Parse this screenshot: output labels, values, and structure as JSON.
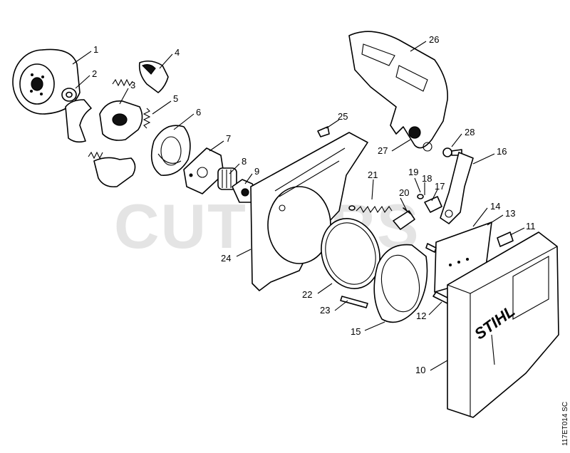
{
  "watermark": "CUTLERS",
  "drawing_code": "117ET014 SC",
  "brand_mark": "STIHL",
  "callouts": [
    {
      "id": "c1",
      "label": "1"
    },
    {
      "id": "c2",
      "label": "2"
    },
    {
      "id": "c3",
      "label": "3"
    },
    {
      "id": "c4",
      "label": "4"
    },
    {
      "id": "c5",
      "label": "5"
    },
    {
      "id": "c6",
      "label": "6"
    },
    {
      "id": "c7",
      "label": "7"
    },
    {
      "id": "c8",
      "label": "8"
    },
    {
      "id": "c9",
      "label": "9"
    },
    {
      "id": "c10",
      "label": "10"
    },
    {
      "id": "c11",
      "label": "11"
    },
    {
      "id": "c12",
      "label": "12"
    },
    {
      "id": "c13",
      "label": "13"
    },
    {
      "id": "c14",
      "label": "14"
    },
    {
      "id": "c15",
      "label": "15"
    },
    {
      "id": "c16",
      "label": "16"
    },
    {
      "id": "c17",
      "label": "17"
    },
    {
      "id": "c18",
      "label": "18"
    },
    {
      "id": "c19",
      "label": "19"
    },
    {
      "id": "c20",
      "label": "20"
    },
    {
      "id": "c21",
      "label": "21"
    },
    {
      "id": "c22",
      "label": "22"
    },
    {
      "id": "c23",
      "label": "23"
    },
    {
      "id": "c24",
      "label": "24"
    },
    {
      "id": "c25",
      "label": "25"
    },
    {
      "id": "c26",
      "label": "26"
    },
    {
      "id": "c27",
      "label": "27"
    },
    {
      "id": "c28",
      "label": "28"
    }
  ]
}
